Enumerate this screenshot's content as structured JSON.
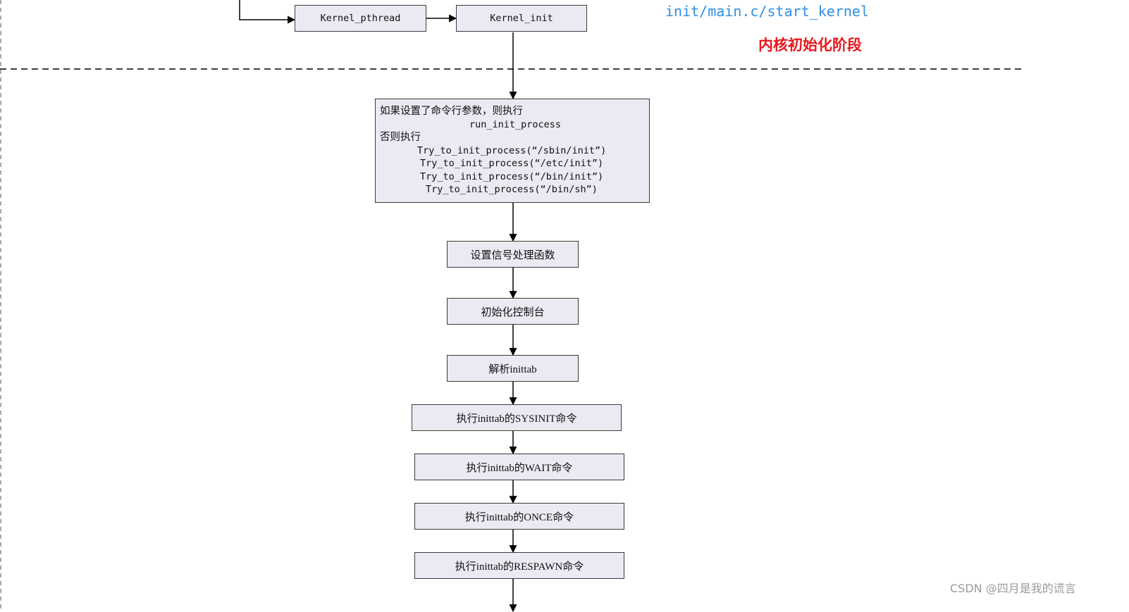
{
  "annotations": {
    "source_path": "init/main.c/start_kernel",
    "stage_label": "内核初始化阶段"
  },
  "nodes": {
    "kernel_pthread": "Kernel_pthread",
    "kernel_init": "Kernel_init",
    "run_init_block": {
      "line1": "如果设置了命令行参数，则执行",
      "line2": "run_init_process",
      "line3": "否则执行",
      "line4": "Try_to_init_process(“/sbin/init”)",
      "line5": "Try_to_init_process(“/etc/init”)",
      "line6": "Try_to_init_process(“/bin/init”)",
      "line7": "Try_to_init_process(“/bin/sh”)"
    },
    "signal_handler": "设置信号处理函数",
    "init_console": "初始化控制台",
    "parse_inittab": "解析inittab",
    "exec_sysinit": "执行inittab的SYSINIT命令",
    "exec_wait": "执行inittab的WAIT命令",
    "exec_once": "执行inittab的ONCE命令",
    "exec_respawn": "执行inittab的RESPAWN命令"
  },
  "watermark": "CSDN @四月是我的谎言",
  "colors": {
    "node_fill": "#ebe9f2",
    "node_border": "#3b3b3b",
    "source_path": "#2f8ee6",
    "stage_label": "#e5181d"
  }
}
